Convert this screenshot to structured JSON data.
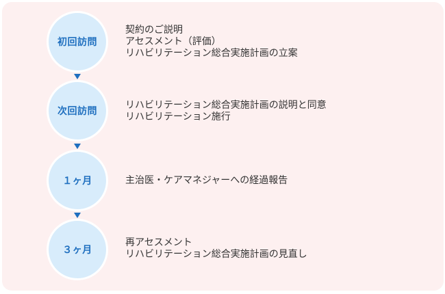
{
  "colors": {
    "panel_background": "#fdf0f0",
    "circle_fill": "#d8ecfb",
    "circle_text": "#1f6fbf",
    "arrow": "#1f6fbf",
    "body_text": "#333333"
  },
  "flow": {
    "steps": [
      {
        "label": "初回訪問",
        "lines": [
          "契約のご説明",
          "アセスメント（評価）",
          "リハビリテーション総合実施計画の立案"
        ]
      },
      {
        "label": "次回訪問",
        "lines": [
          "リハビリテーション総合実施計画の説明と同意",
          "リハビリテーション施行"
        ]
      },
      {
        "label": "１ヶ月",
        "lines": [
          "主治医・ケアマネジャーへの経過報告"
        ]
      },
      {
        "label": "３ヶ月",
        "lines": [
          "再アセスメント",
          "リハビリテーション総合実施計画の見直し"
        ]
      }
    ],
    "connector_icon": "down-triangle-icon"
  }
}
